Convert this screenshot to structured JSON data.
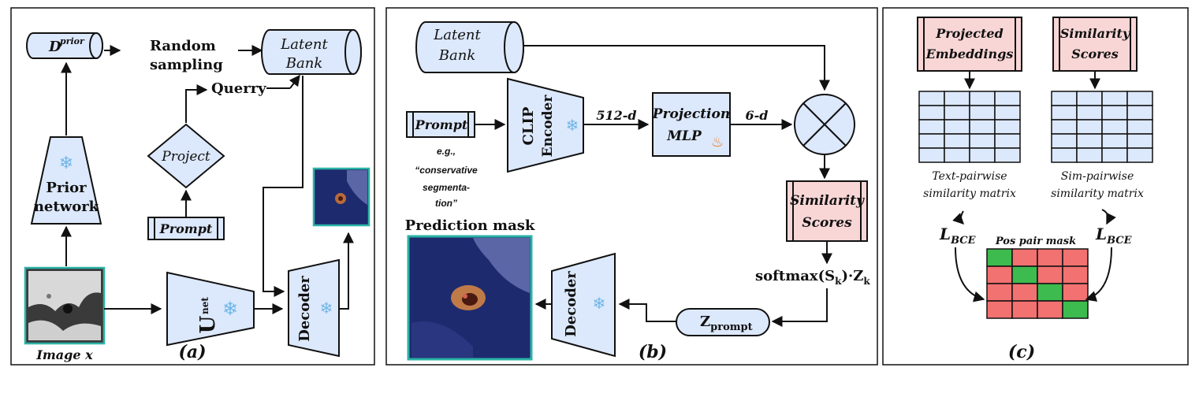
{
  "colors": {
    "block_fill": "#dce8fb",
    "score_fill": "#f9d6d6",
    "grid_fill": "#dce8fb",
    "mask_green": "#3dbb4f",
    "mask_red": "#f27171",
    "image_border": "#2bb3a6",
    "stroke": "#111111"
  },
  "panel_a": {
    "caption": "(a)",
    "d_prior": "D",
    "d_prior_sup": "prior",
    "random_sampling_1": "Random",
    "random_sampling_2": "sampling",
    "latent_bank_1": "Latent",
    "latent_bank_2": "Bank",
    "querry": "Querry",
    "project": "Project",
    "prompt": "Prompt",
    "prior_network_1": "Prior",
    "prior_network_2": "network",
    "unet": "U",
    "unet_sup": "net",
    "decoder": "Decoder",
    "image_label": "Image x"
  },
  "panel_b": {
    "caption": "(b)",
    "latent_bank_1": "Latent",
    "latent_bank_2": "Bank",
    "prompt": "Prompt",
    "example_1": "e.g.,",
    "example_2": "“conservative",
    "example_3": "segmenta-",
    "example_4": "tion”",
    "clip_1": "CLIP",
    "clip_2": "Encoder",
    "dim_512": "512-d",
    "projection_1": "Projection",
    "projection_2": "MLP",
    "dim_6": "6-d",
    "similarity_1": "Similarity",
    "similarity_2": "Scores",
    "softmax": "softmax(S",
    "softmax_sub": "k",
    "softmax_tail": ")·Z",
    "softmax_sub2": "k",
    "zprompt": "Z",
    "zprompt_sub": "prompt",
    "decoder": "Decoder",
    "prediction_mask": "Prediction mask"
  },
  "panel_c": {
    "caption": "(c)",
    "projected_1": "Projected",
    "projected_2": "Embeddings",
    "similarity_1": "Similarity",
    "similarity_2": "Scores",
    "text_pairwise_1": "Text-pairwise",
    "text_pairwise_2": "similarity matrix",
    "sim_pairwise_1": "Sim-pairwise",
    "sim_pairwise_2": "similarity matrix",
    "lbce": "L",
    "lbce_sub": "BCE",
    "pos_pair_mask": "Pos pair mask"
  }
}
